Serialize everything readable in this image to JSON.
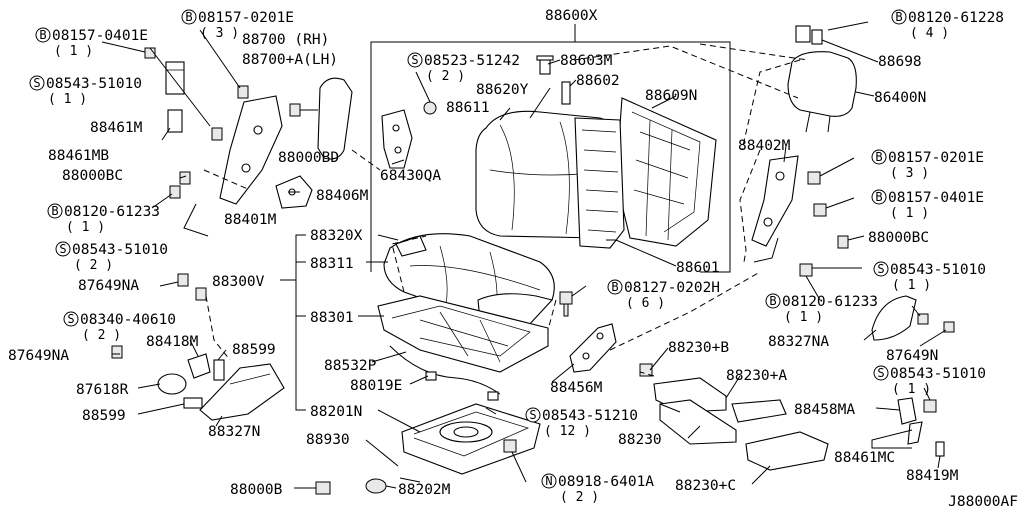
{
  "diagram_id": "J88000AF",
  "labels": [
    {
      "id": "p88600x",
      "code": "88600X",
      "prefix": "",
      "qty": ""
    },
    {
      "id": "p08523",
      "code": "08523-51242",
      "prefix": "S",
      "qty": "( 2 )"
    },
    {
      "id": "p88603m",
      "code": "88603M",
      "prefix": "",
      "qty": ""
    },
    {
      "id": "p88602",
      "code": "88602",
      "prefix": "",
      "qty": ""
    },
    {
      "id": "p88620y",
      "code": "88620Y",
      "prefix": "",
      "qty": ""
    },
    {
      "id": "p88611",
      "code": "88611",
      "prefix": "",
      "qty": ""
    },
    {
      "id": "p88609n",
      "code": "88609N",
      "prefix": "",
      "qty": ""
    },
    {
      "id": "p68430qa",
      "code": "68430QA",
      "prefix": "",
      "qty": ""
    },
    {
      "id": "p88601",
      "code": "88601",
      "prefix": "",
      "qty": ""
    },
    {
      "id": "p08157a",
      "code": "08157-0401E",
      "prefix": "B",
      "qty": "( 1 )"
    },
    {
      "id": "p08157b",
      "code": "08157-0201E",
      "prefix": "B",
      "qty": "( 3 )"
    },
    {
      "id": "p88700",
      "code": "88700  (RH)",
      "prefix": "",
      "qty": ""
    },
    {
      "id": "p88700a",
      "code": "88700+A(LH)",
      "prefix": "",
      "qty": ""
    },
    {
      "id": "p08543a",
      "code": "08543-51010",
      "prefix": "S",
      "qty": "( 1 )"
    },
    {
      "id": "p88461m",
      "code": "88461M",
      "prefix": "",
      "qty": ""
    },
    {
      "id": "p88461mb",
      "code": "88461MB",
      "prefix": "",
      "qty": ""
    },
    {
      "id": "p88000bc",
      "code": "88000BC",
      "prefix": "",
      "qty": ""
    },
    {
      "id": "p08120a",
      "code": "08120-61233",
      "prefix": "B",
      "qty": "( 1 )"
    },
    {
      "id": "p88401m",
      "code": "88401M",
      "prefix": "",
      "qty": ""
    },
    {
      "id": "p88000bd",
      "code": "88000BD",
      "prefix": "",
      "qty": ""
    },
    {
      "id": "p88406m",
      "code": "88406M",
      "prefix": "",
      "qty": ""
    },
    {
      "id": "p08120b",
      "code": "08120-61228",
      "prefix": "B",
      "qty": "( 4 )"
    },
    {
      "id": "p88698",
      "code": "88698",
      "prefix": "",
      "qty": ""
    },
    {
      "id": "p86400n",
      "code": "86400N",
      "prefix": "",
      "qty": ""
    },
    {
      "id": "p88402m",
      "code": "88402M",
      "prefix": "",
      "qty": ""
    },
    {
      "id": "p08157c",
      "code": "08157-0201E",
      "prefix": "B",
      "qty": "( 3 )"
    },
    {
      "id": "p08157d",
      "code": "08157-0401E",
      "prefix": "B",
      "qty": "( 1 )"
    },
    {
      "id": "p88000bc2",
      "code": "88000BC",
      "prefix": "",
      "qty": ""
    },
    {
      "id": "p08543b",
      "code": "08543-51010",
      "prefix": "S",
      "qty": "( 1 )"
    },
    {
      "id": "p08120c",
      "code": "08120-61233",
      "prefix": "B",
      "qty": "( 1 )"
    },
    {
      "id": "p88327na",
      "code": "88327NA",
      "prefix": "",
      "qty": ""
    },
    {
      "id": "p87649n",
      "code": "87649N",
      "prefix": "",
      "qty": ""
    },
    {
      "id": "p08543c",
      "code": "08543-51010",
      "prefix": "S",
      "qty": "( 1 )"
    },
    {
      "id": "p88458ma",
      "code": "88458MA",
      "prefix": "",
      "qty": ""
    },
    {
      "id": "p88461mc",
      "code": "88461MC",
      "prefix": "",
      "qty": ""
    },
    {
      "id": "p88419m",
      "code": "88419M",
      "prefix": "",
      "qty": ""
    },
    {
      "id": "p88320x",
      "code": "88320X",
      "prefix": "",
      "qty": ""
    },
    {
      "id": "p88311",
      "code": "88311",
      "prefix": "",
      "qty": ""
    },
    {
      "id": "p88300v",
      "code": "88300V",
      "prefix": "",
      "qty": ""
    },
    {
      "id": "p88301",
      "code": "88301",
      "prefix": "",
      "qty": ""
    },
    {
      "id": "p08127",
      "code": "08127-0202H",
      "prefix": "B",
      "qty": "( 6 )"
    },
    {
      "id": "p88532p",
      "code": "88532P",
      "prefix": "",
      "qty": ""
    },
    {
      "id": "p88019e",
      "code": "88019E",
      "prefix": "",
      "qty": ""
    },
    {
      "id": "p88201n",
      "code": "88201N",
      "prefix": "",
      "qty": ""
    },
    {
      "id": "p88456m",
      "code": "88456M",
      "prefix": "",
      "qty": ""
    },
    {
      "id": "p08543d",
      "code": "08543-51210",
      "prefix": "S",
      "qty": "( 12 )"
    },
    {
      "id": "p88230b",
      "code": "88230+B",
      "prefix": "",
      "qty": ""
    },
    {
      "id": "p88230a",
      "code": "88230+A",
      "prefix": "",
      "qty": ""
    },
    {
      "id": "p88230",
      "code": "88230",
      "prefix": "",
      "qty": ""
    },
    {
      "id": "p88230c",
      "code": "88230+C",
      "prefix": "",
      "qty": ""
    },
    {
      "id": "p88930",
      "code": "88930",
      "prefix": "",
      "qty": ""
    },
    {
      "id": "p88000b",
      "code": "88000B",
      "prefix": "",
      "qty": ""
    },
    {
      "id": "p88202m",
      "code": "88202M",
      "prefix": "",
      "qty": ""
    },
    {
      "id": "p08918",
      "code": "08918-6401A",
      "prefix": "N",
      "qty": "( 2 )"
    },
    {
      "id": "p08543e",
      "code": "08543-51010",
      "prefix": "S",
      "qty": "( 2 )"
    },
    {
      "id": "p87649na",
      "code": "87649NA",
      "prefix": "",
      "qty": ""
    },
    {
      "id": "p08340",
      "code": "08340-40610",
      "prefix": "S",
      "qty": "( 2 )"
    },
    {
      "id": "p88418m",
      "code": "88418M",
      "prefix": "",
      "qty": ""
    },
    {
      "id": "p88599a",
      "code": "88599",
      "prefix": "",
      "qty": ""
    },
    {
      "id": "p87649na2",
      "code": "87649NA",
      "prefix": "",
      "qty": ""
    },
    {
      "id": "p87618r",
      "code": "87618R",
      "prefix": "",
      "qty": ""
    },
    {
      "id": "p88599b",
      "code": "88599",
      "prefix": "",
      "qty": ""
    },
    {
      "id": "p88327n",
      "code": "88327N",
      "prefix": "",
      "qty": ""
    }
  ]
}
